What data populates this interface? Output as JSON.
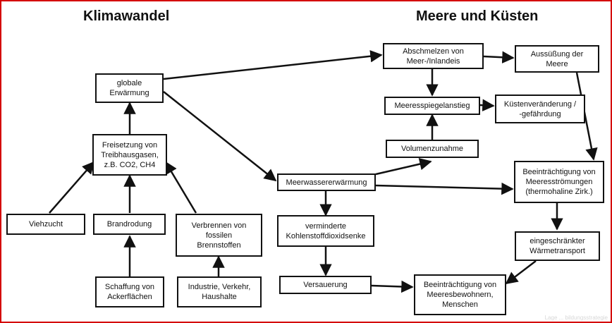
{
  "headings": {
    "left": "Klimawandel",
    "right": "Meere und Küsten"
  },
  "boxes": {
    "globale_erwaermung": "globale\nErwärmung",
    "freisetzung": "Freisetzung von\nTreibhausgasen,\nz.B. CO2, CH4",
    "viehzucht": "Viehzucht",
    "brandrodung": "Brandrodung",
    "verbrennen": "Verbrennen von\nfossilen\nBrennstoffen",
    "ackerflaechen": "Schaffung von\nAckerflächen",
    "industrie": "Industrie, Verkehr,\nHaushalte",
    "abschmelzen": "Abschmelzen von\nMeer-/Inlandeis",
    "aussuessung": "Aussüßung der\nMeere",
    "meeresspiegel": "Meeresspiegelanstieg",
    "kuesten": "Küstenveränderung /\n-gefährdung",
    "volumen": "Volumenzunahme",
    "meerwasser": "Meerwassererwärmung",
    "stroemungen": "Beeinträchtigung von\nMeeresströmungen\n(thermohaline Zirk.)",
    "senke": "verminderte\nKohlenstoffdioxidsenke",
    "versauerung": "Versauerung",
    "waermetransport": "eingeschränkter\nWärmetransport",
    "meeresbewohner": "Beeinträchtigung von\nMeeresbewohnern,\nMenschen"
  },
  "watermark": "Lage ... bildungsstrategie"
}
